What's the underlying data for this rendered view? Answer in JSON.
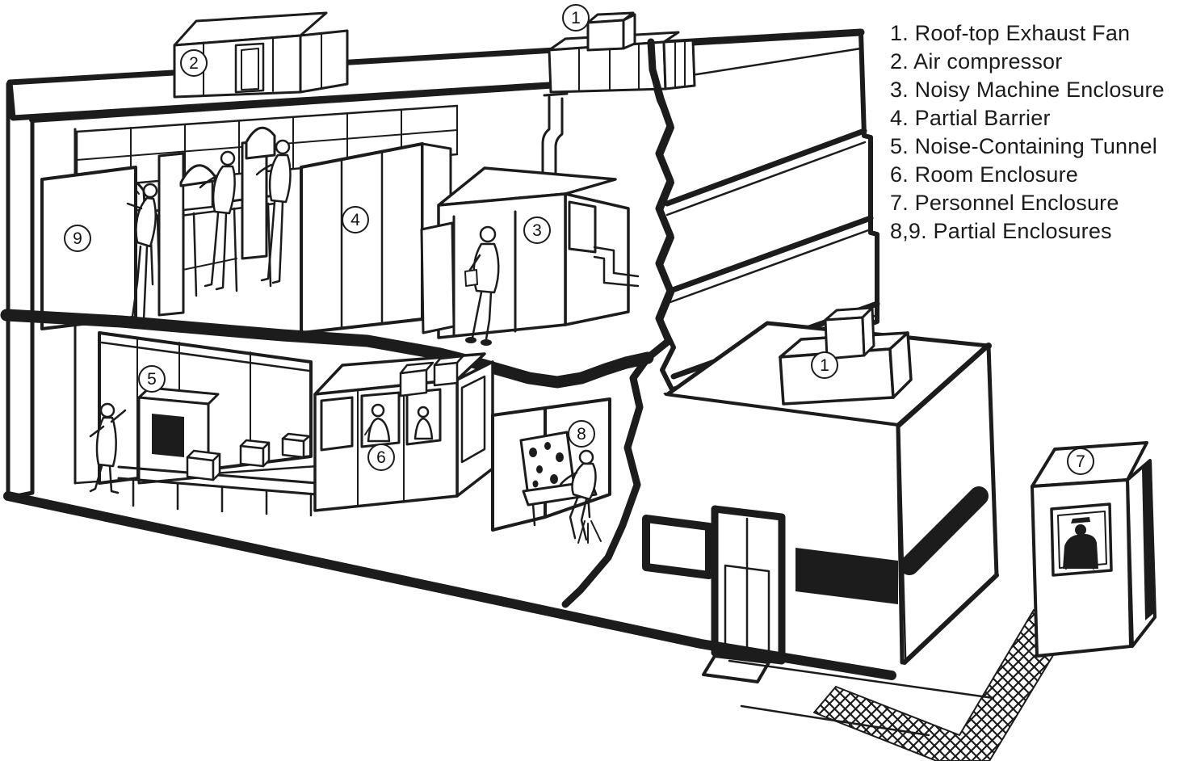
{
  "figure": {
    "palette": {
      "ink": "#1c1c1c",
      "paper": "#ffffff"
    }
  },
  "legend": {
    "items": [
      "1. Roof-top Exhaust Fan",
      "2. Air compressor",
      "3. Noisy Machine Enclosure",
      "4. Partial Barrier",
      "5. Noise-Containing Tunnel",
      "6. Room Enclosure",
      "7. Personnel Enclosure",
      "8,9. Partial Enclosures"
    ]
  },
  "callouts": {
    "roof_fan_main": "1",
    "air_compressor": "2",
    "noisy_machine_enclosure": "3",
    "partial_barrier": "4",
    "noise_containing_tunnel": "5",
    "room_enclosure": "6",
    "personnel_enclosure": "7",
    "partial_enclosure_8": "8",
    "partial_enclosure_9": "9",
    "roof_fan_annex": "1"
  }
}
